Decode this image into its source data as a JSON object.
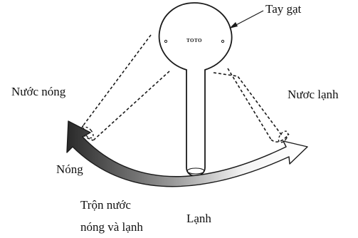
{
  "labels": {
    "handle": "Tay gạt",
    "hot_position": "Nước nóng",
    "cold_position": "Nươc lạnh",
    "hot_direction": "Nóng",
    "mix_line1": "Trộn nước",
    "mix_line2": "nóng và lạnh",
    "cold_direction": "Lạnh"
  },
  "logo": "TOTO",
  "colors": {
    "outline": "#1a1a1a",
    "arrow_dark": "#2a2a2a",
    "arrow_light": "#ffffff"
  }
}
